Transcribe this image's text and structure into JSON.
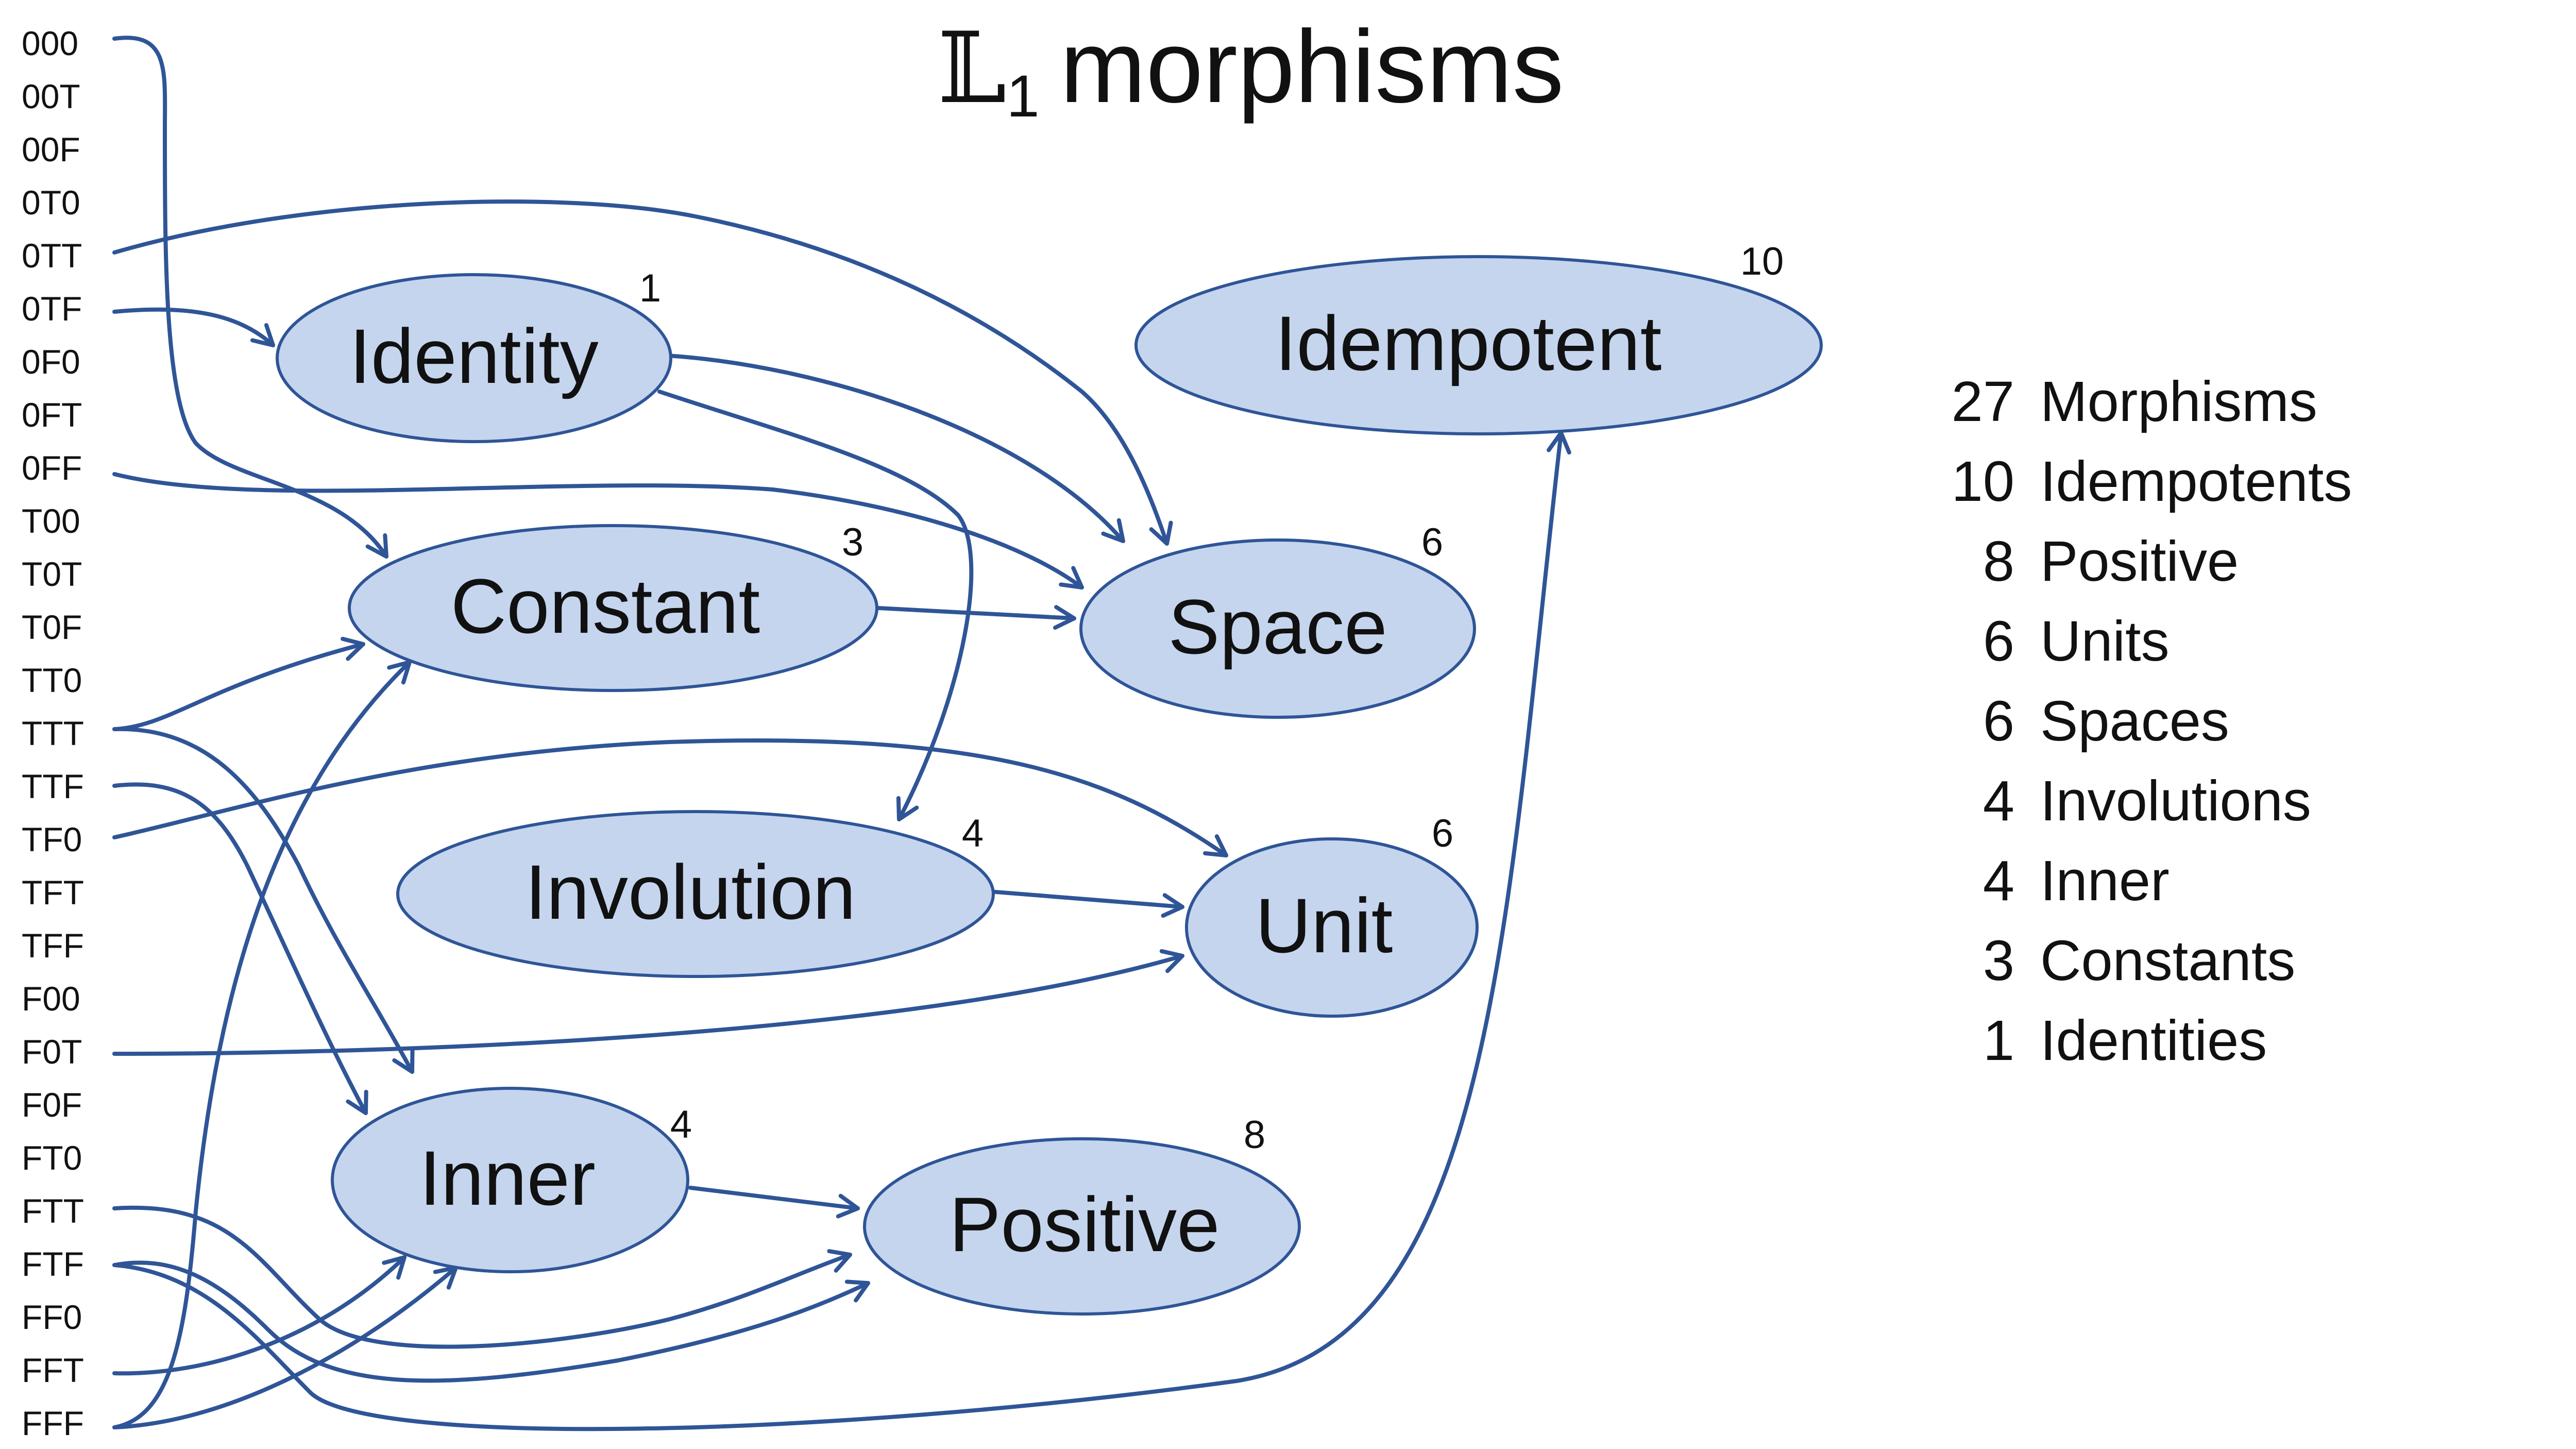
{
  "title": {
    "prefix": "𝕃",
    "subscript": "1",
    "text": "morphisms"
  },
  "codes": [
    "000",
    "00T",
    "00F",
    "0T0",
    "0TT",
    "0TF",
    "0F0",
    "0FT",
    "0FF",
    "T00",
    "T0T",
    "T0F",
    "TT0",
    "TTT",
    "TTF",
    "TF0",
    "TFT",
    "TFF",
    "F00",
    "F0T",
    "F0F",
    "FT0",
    "FTT",
    "FTF",
    "FF0",
    "FFT",
    "FFF"
  ],
  "nodes": {
    "identity": {
      "label": "Identity",
      "count": "1"
    },
    "constant": {
      "label": "Constant",
      "count": "3"
    },
    "space": {
      "label": "Space",
      "count": "6"
    },
    "involution": {
      "label": "Involution",
      "count": "4"
    },
    "unit": {
      "label": "Unit",
      "count": "6"
    },
    "inner": {
      "label": "Inner",
      "count": "4"
    },
    "positive": {
      "label": "Positive",
      "count": "8"
    },
    "idempotent": {
      "label": "Idempotent",
      "count": "10"
    }
  },
  "summary": [
    {
      "count": "27",
      "label": "Morphisms"
    },
    {
      "count": "10",
      "label": "Idempotents"
    },
    {
      "count": "8",
      "label": "Positive"
    },
    {
      "count": "6",
      "label": "Units"
    },
    {
      "count": "6",
      "label": "Spaces"
    },
    {
      "count": "4",
      "label": "Involutions"
    },
    {
      "count": "4",
      "label": "Inner"
    },
    {
      "count": "3",
      "label": "Constants"
    },
    {
      "count": "1",
      "label": "Identities"
    }
  ],
  "colors": {
    "node_fill": "#c5d5ee",
    "node_stroke": "#2f5597",
    "edge": "#2f5597"
  }
}
